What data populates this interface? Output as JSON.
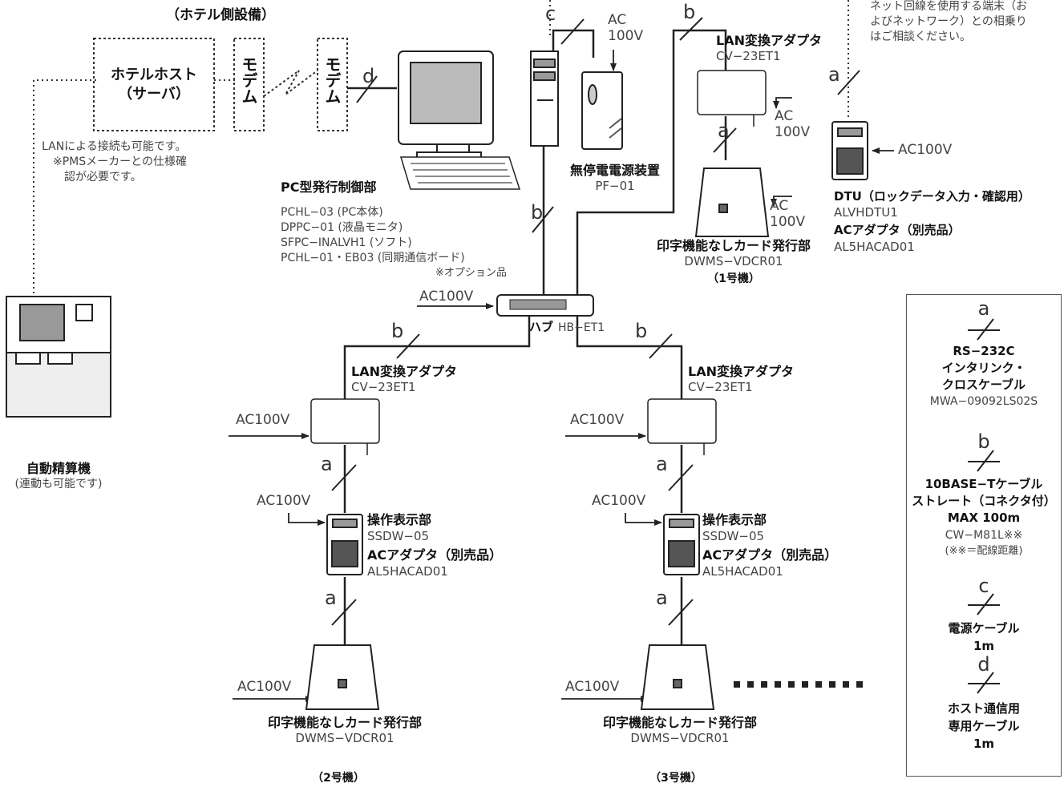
{
  "hotel_side": {
    "title": "（ホテル側設備）",
    "host_line1": "ホテルホスト",
    "host_line2": "（サーバ）",
    "modem": "モデム",
    "lan_note_1": "LANによる接続も可能です。",
    "lan_note_2": "※PMSメーカーとの仕様確",
    "lan_note_3": "認が必要です。"
  },
  "pc": {
    "title": "PC型発行制御部",
    "line1": "PCHL−03 (PC本体)",
    "line2": "DPPC−01 (液晶モニタ)",
    "line3": "SFPC−INALVH1 (ソフト)",
    "line4": "PCHL−01・EB03 (同期通信ボード)",
    "option": "※オプション品"
  },
  "ups": {
    "title": "無停電電源装置",
    "model": "PF−01"
  },
  "power": {
    "ac": "AC",
    "v100": "100V",
    "ac100v": "AC100V"
  },
  "cable_labels": {
    "a": "a",
    "b": "b",
    "c": "c",
    "d": "d"
  },
  "lan_adapter": {
    "title": "LAN変換アダプタ",
    "model": "CV−23ET1"
  },
  "card_issuer": {
    "title": "印字機能なしカード発行部",
    "model": "DWMS−VDCR01"
  },
  "unit_labels": {
    "u1": "（1号機）",
    "u2": "（2号機）",
    "u3": "（3号機）"
  },
  "dtu": {
    "note1": "ネット回線を使用する端末（お",
    "note2": "よびネットワーク）との相乗り",
    "note3": "はご相談ください。",
    "title": "DTU（ロックデータ入力・確認用）",
    "model": "ALVHDTU1",
    "acad_title": "ACアダプタ（別売品）",
    "acad_model": "AL5HACAD01"
  },
  "hub": {
    "title": "ハブ",
    "model": "HB−ET1"
  },
  "console": {
    "title": "操作表示部",
    "model": "SSDW−05",
    "acad_title": "ACアダプタ（別売品）",
    "acad_model": "AL5HACAD01"
  },
  "kiosk": {
    "title": "自動精算機",
    "note": "(連動も可能です)"
  },
  "legend": {
    "a_name1": "RS−232C",
    "a_name2": "インタリンク・",
    "a_name3": "クロスケーブル",
    "a_model": "MWA−09092LS02S",
    "b_name1": "10BASE−Tケーブル",
    "b_name2": "ストレート（コネクタ付）",
    "b_name3": "MAX 100m",
    "b_model": "CW−M81L※※",
    "b_note": "(※※＝配線距離)",
    "c_name1": "電源ケーブル",
    "c_name2": "1m",
    "d_name1": "ホスト通信用",
    "d_name2": "専用ケーブル",
    "d_name3": "1m"
  },
  "colors": {
    "legend_bg": "#f2f2f2",
    "device": "#ffffff",
    "line": "#222222"
  }
}
